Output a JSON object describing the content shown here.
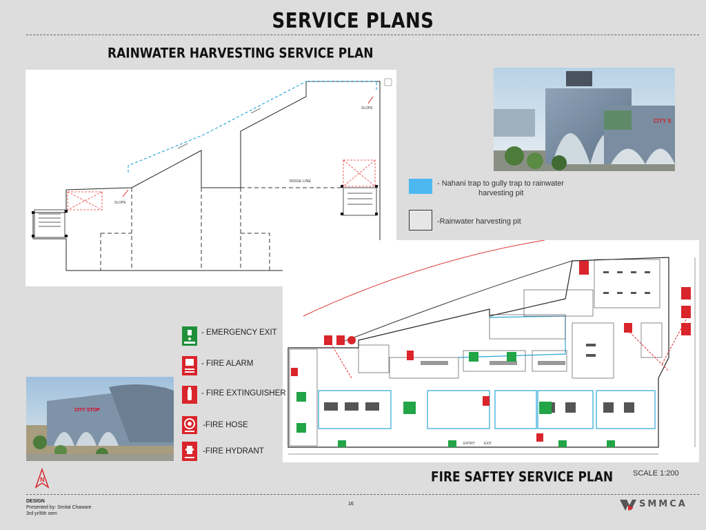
{
  "page": {
    "title": "SERVICE PLANS",
    "page_number": "16",
    "scale": "SCALE 1:200"
  },
  "rainwater": {
    "heading": "RAINWATER HARVESTING SERVICE PLAN",
    "ridge_label": "RIDGE LINE",
    "slope_label": "SLOPE",
    "legend": [
      {
        "color": "#4db8f0",
        "text_line1": "- Nahani trap to gully trap to rainwater",
        "text_line2": "harvesting pit"
      },
      {
        "color": "#ffffff",
        "text_line1": "-Rainwater harvesting pit",
        "text_line2": ""
      }
    ]
  },
  "fire": {
    "heading": "FIRE SAFTEY SERVICE PLAN",
    "entry_label": "ENTRY",
    "exit_label": "EXIT",
    "symbols": [
      {
        "icon": "emergency-exit-icon",
        "label": "- EMERGENCY EXIT",
        "icon_text": "Emergency exit",
        "color": "#1f8f3a"
      },
      {
        "icon": "fire-alarm-icon",
        "label": "- FIRE ALARM",
        "icon_text": "Fire alarm",
        "color": "#d9252b"
      },
      {
        "icon": "fire-extinguisher-icon",
        "label": "- FIRE EXTINGUISHER",
        "icon_text": "FIRE",
        "color": "#d9252b"
      },
      {
        "icon": "fire-hose-icon",
        "label": "-FIRE HOSE",
        "icon_text": "FIRE HOSE",
        "color": "#d9252b"
      },
      {
        "icon": "fire-hydrant-icon",
        "label": "-FIRE HYDRANT",
        "icon_text": "FIRE HYDRANT",
        "color": "#d9252b"
      }
    ]
  },
  "render": {
    "sign_text": "CITY STOP"
  },
  "footer": {
    "line1": "DESIGN",
    "line2": "Presented by: Smital Chaware",
    "line3": "3rd yr/6th sem",
    "logo_text": "SMMCA"
  }
}
